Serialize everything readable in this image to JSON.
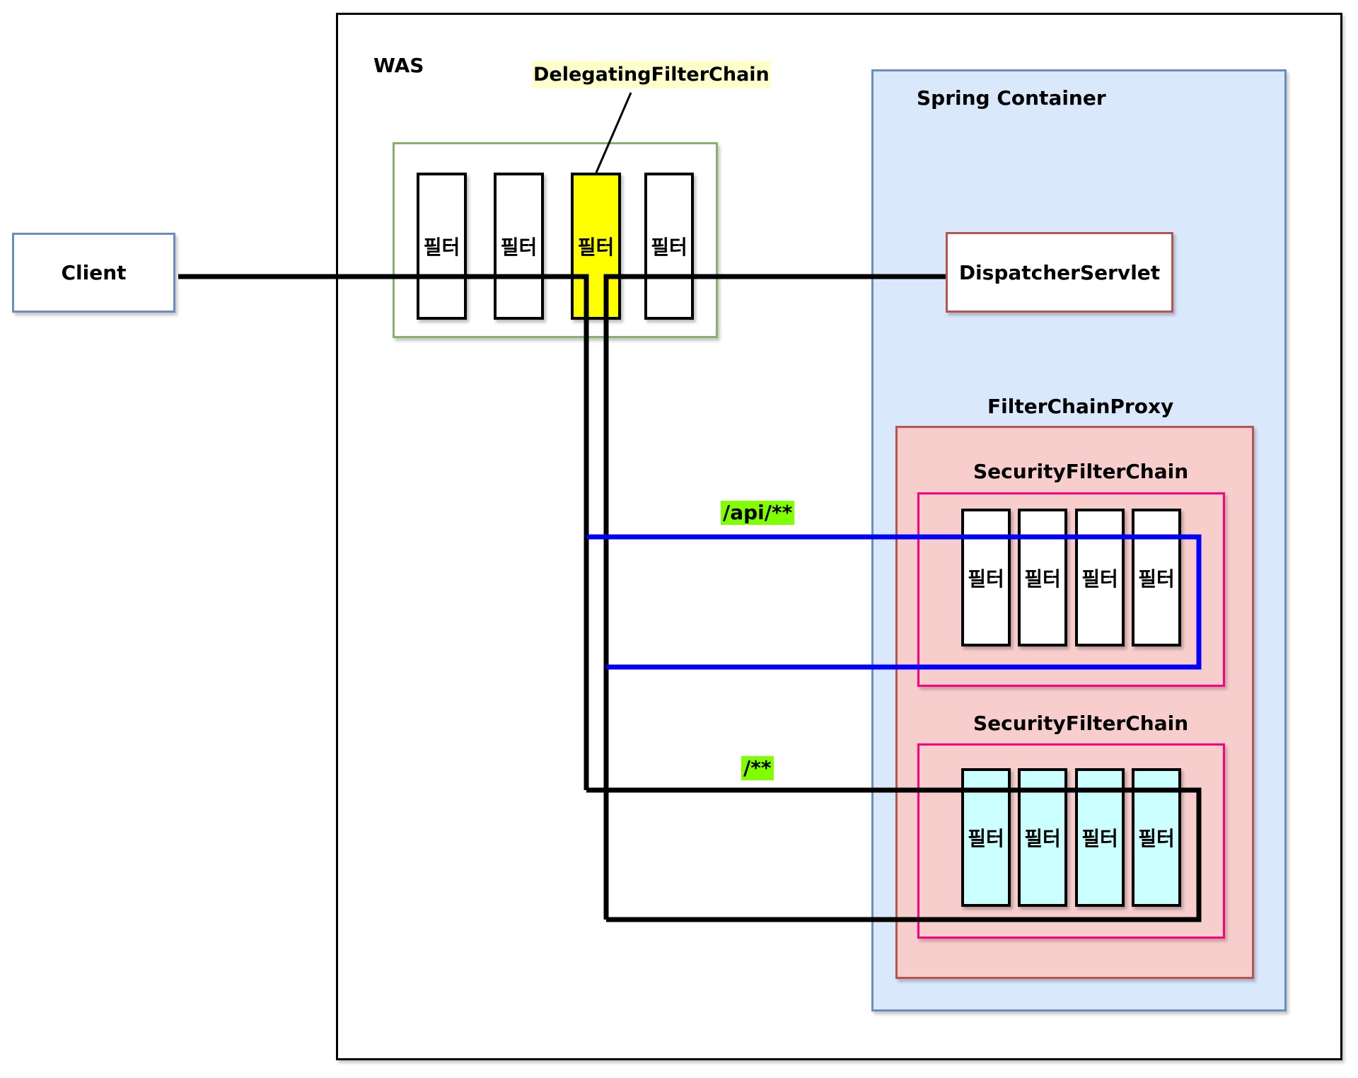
{
  "diagram": {
    "was": {
      "label": "WAS"
    },
    "client": {
      "label": "Client"
    },
    "delegating_filter_chain": {
      "label": "DelegatingFilterChain",
      "highlight_color": "#ffffcc"
    },
    "was_filters": [
      {
        "label": "필터",
        "highlighted": false
      },
      {
        "label": "필터",
        "highlighted": false
      },
      {
        "label": "필터",
        "highlighted": true
      },
      {
        "label": "필터",
        "highlighted": false
      }
    ],
    "spring_container": {
      "label": "Spring Container",
      "fill": "#dae8fc",
      "stroke": "#6c8ebf"
    },
    "dispatcher_servlet": {
      "label": "DispatcherServlet"
    },
    "filter_chain_proxy": {
      "label": "FilterChainProxy",
      "fill": "#f8cecc",
      "stroke": "#b85450"
    },
    "security_filter_chains": [
      {
        "label": "SecurityFilterChain",
        "path_pattern": "/api/**",
        "route_color": "#0000ff",
        "filters": [
          "필터",
          "필터",
          "필터",
          "필터"
        ],
        "filter_fill": "#ffffff"
      },
      {
        "label": "SecurityFilterChain",
        "path_pattern": "/**",
        "route_color": "#000000",
        "filters": [
          "필터",
          "필터",
          "필터",
          "필터"
        ],
        "filter_fill": "#ccffff"
      }
    ],
    "colors": {
      "highlight_filter": "#ffff00",
      "path_label_bg": "#80ff00",
      "was_filter_group_stroke": "#82b366",
      "security_chain_stroke": "#ff0080",
      "client_stroke": "#6c8ebf",
      "dispatcher_stroke": "#b85450"
    }
  }
}
